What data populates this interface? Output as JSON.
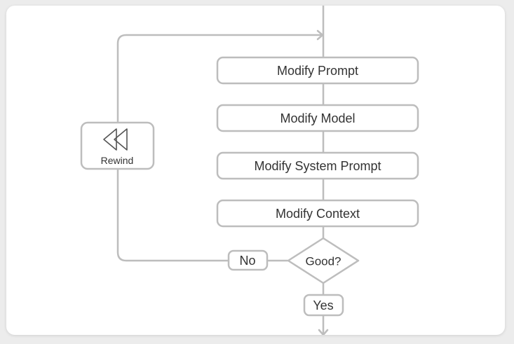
{
  "diagram": {
    "steps": [
      {
        "label": "Modify Prompt"
      },
      {
        "label": "Modify Model"
      },
      {
        "label": "Modify System Prompt"
      },
      {
        "label": "Modify Context"
      }
    ],
    "decision": {
      "label": "Good?"
    },
    "no_label": "No",
    "yes_label": "Yes",
    "rewind": {
      "label": "Rewind",
      "icon": "rewind-icon"
    },
    "colors": {
      "stroke": "#bdbdbd",
      "text": "#333333",
      "background": "#ececec",
      "card": "#ffffff"
    }
  }
}
